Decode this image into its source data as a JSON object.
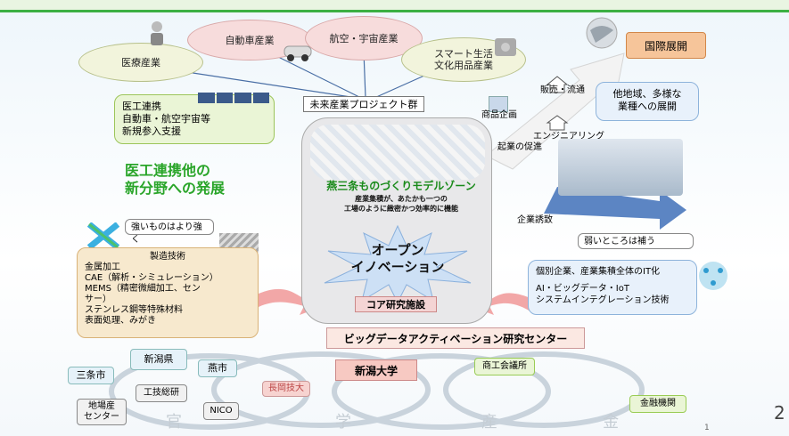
{
  "industries": {
    "medical": "医療産業",
    "auto": "自動車産業",
    "aero": "航空・宇宙産業",
    "smart": [
      "スマート生活",
      "文化用品産業"
    ],
    "intl": "国際展開"
  },
  "project_group": "未来産業プロジェクト群",
  "ikou_box": [
    "医工連携",
    "自動車・航空宇宙等",
    "新規参入支援"
  ],
  "mini_tags": [
    "",
    "",
    "",
    ""
  ],
  "new_field": [
    "医工連携他の",
    "新分野への発展"
  ],
  "right_labels": {
    "sales": "販売・流通",
    "product_plan": "商品企画",
    "venture": "起業の促進",
    "engineering": "エンジニアリング",
    "attraction": "企業誘致",
    "multi_region": [
      "他地域、多様な",
      "業種への展開"
    ]
  },
  "zone": {
    "title": "燕三条ものづくりモデルゾーン",
    "subtitle": [
      "産業集積が、あたかも一つの",
      "工場のように緻密かつ効率的に機能"
    ]
  },
  "open_innovation": [
    "オープン",
    "イノベーション"
  ],
  "core_facility": "コア研究施設",
  "strengths_tag": "強いものはより強く",
  "tech_box": {
    "title": "製造技術",
    "lines": [
      "金属加工",
      "CAE（解析・シミュレーション）",
      "MEMS（精密微細加工、セン",
      "サー）",
      "ステンレス鋼等特殊材料",
      "表面処理、みがき"
    ]
  },
  "weak_tag": "弱いところは補う",
  "it_box": {
    "title": "個別企業、産業集積全体のIT化",
    "lines": [
      "AI・ビッグデータ・IoT",
      "システムインテグレーション技術"
    ]
  },
  "bigdata_center": "ビッグデータアクティベーション研究センター",
  "niigata_univ": "新潟大学",
  "orgs": {
    "pref": "新潟県",
    "sanjo": "三条市",
    "tsubame": "燕市",
    "kougi": "工技総研",
    "jiba": [
      "地場産",
      "センター"
    ],
    "nico": "NICO",
    "nagaoka": "長岡技大",
    "chamber": "商工会議所",
    "finance": "金融機関"
  },
  "footer_chars": [
    "官",
    "学",
    "産",
    "金"
  ],
  "slide_no": "1",
  "page_no": "2"
}
